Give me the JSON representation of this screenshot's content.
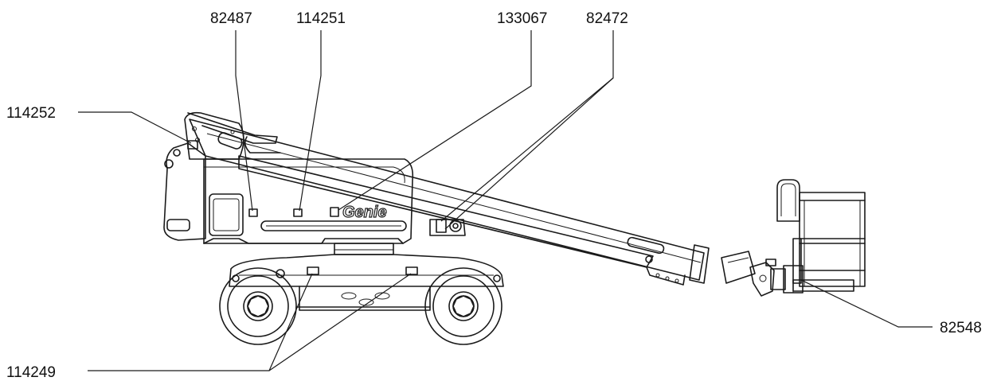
{
  "callouts": {
    "c82487": "82487",
    "c114251": "114251",
    "c133067": "133067",
    "c82472": "82472",
    "c114252": "114252",
    "c114249": "114249",
    "c82548": "82548"
  },
  "machine": {
    "logo_text": "Genie"
  }
}
